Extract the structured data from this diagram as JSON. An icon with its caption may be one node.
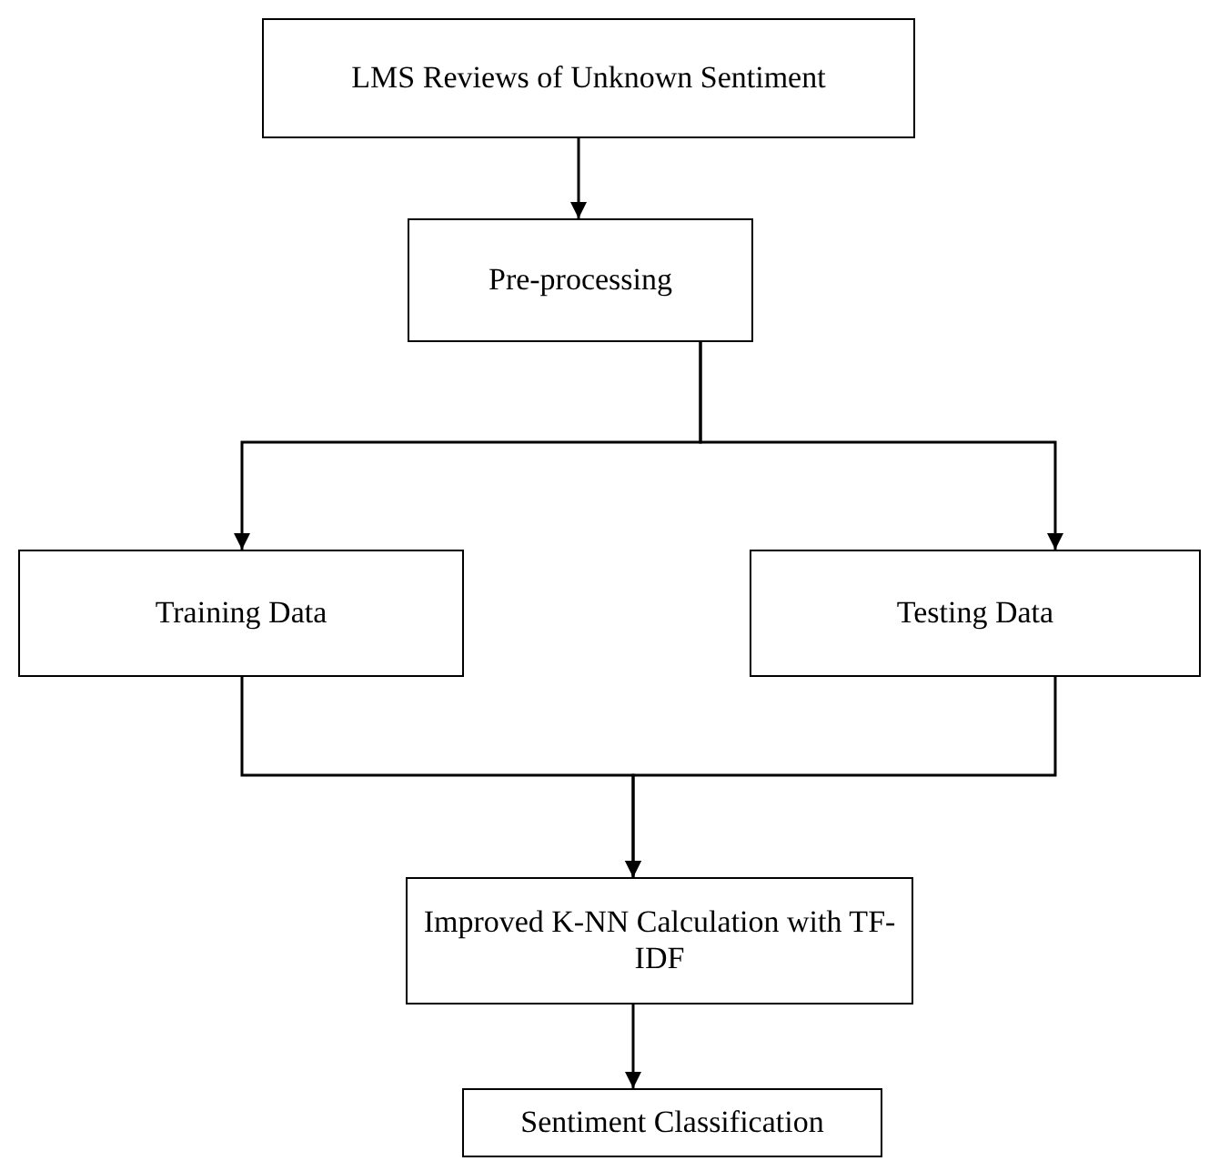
{
  "diagram": {
    "nodes": [
      {
        "text": [
          "LMS Reviews of Unknown Sentiment"
        ]
      },
      {
        "text": [
          "Pre-processing"
        ]
      },
      {
        "text": [
          "Training Data"
        ]
      },
      {
        "text": [
          "Testing Data"
        ]
      },
      {
        "text": [
          "Improved K-NN Calculation with TF-IDF"
        ]
      },
      {
        "text": [
          "Sentiment Classification"
        ]
      }
    ],
    "edges": [
      {
        "from": 0,
        "to": 1,
        "arrow": "to"
      },
      {
        "from": 1,
        "to": 2,
        "arrow": "to"
      },
      {
        "from": 1,
        "to": 3,
        "arrow": "to"
      },
      {
        "from": 2,
        "to": 4,
        "arrow": "to"
      },
      {
        "from": 3,
        "to": 4,
        "arrow": "to"
      },
      {
        "from": 4,
        "to": 5,
        "arrow": "to"
      }
    ]
  }
}
